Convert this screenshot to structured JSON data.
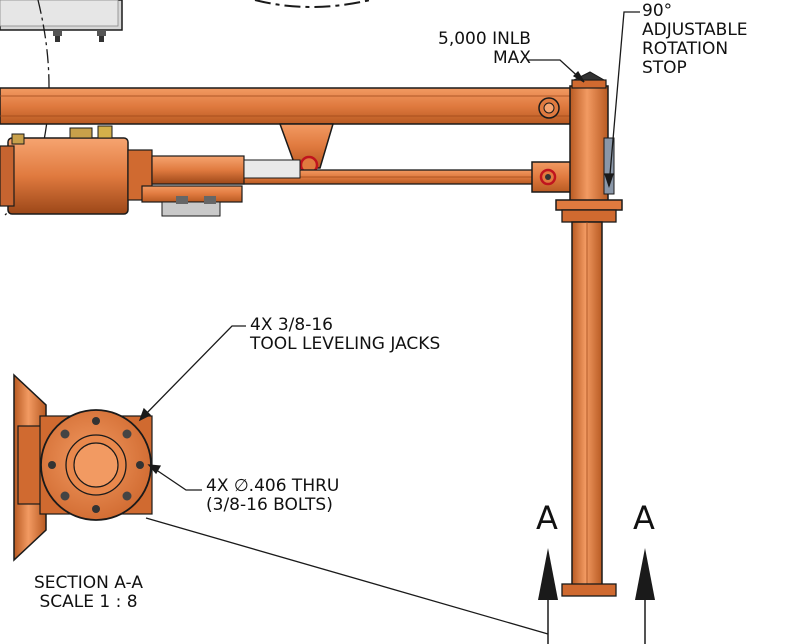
{
  "colors": {
    "steel": "#e07a3f",
    "steel_dark": "#b85a22",
    "steel_light": "#f29a62",
    "outline": "#1a1a1a",
    "accent_red": "#c0141e",
    "grey_part": "#b9b9b9",
    "blue_grey": "#8a97a8"
  },
  "labels": {
    "torque_line1": "5,000 INLB",
    "torque_line2": "MAX",
    "stop_line1": "90°",
    "stop_line2": "ADJUSTABLE",
    "stop_line3": "ROTATION",
    "stop_line4": "STOP",
    "jacks_line1": "4X 3/8-16",
    "jacks_line2": "TOOL LEVELING JACKS",
    "thru_line1": "4X ∅.406 THRU",
    "thru_line2": "(3/8-16 BOLTS)",
    "section_line1": "SECTION A-A",
    "section_line2": "SCALE 1 : 8",
    "section_mark_left": "A",
    "section_mark_right": "A"
  }
}
